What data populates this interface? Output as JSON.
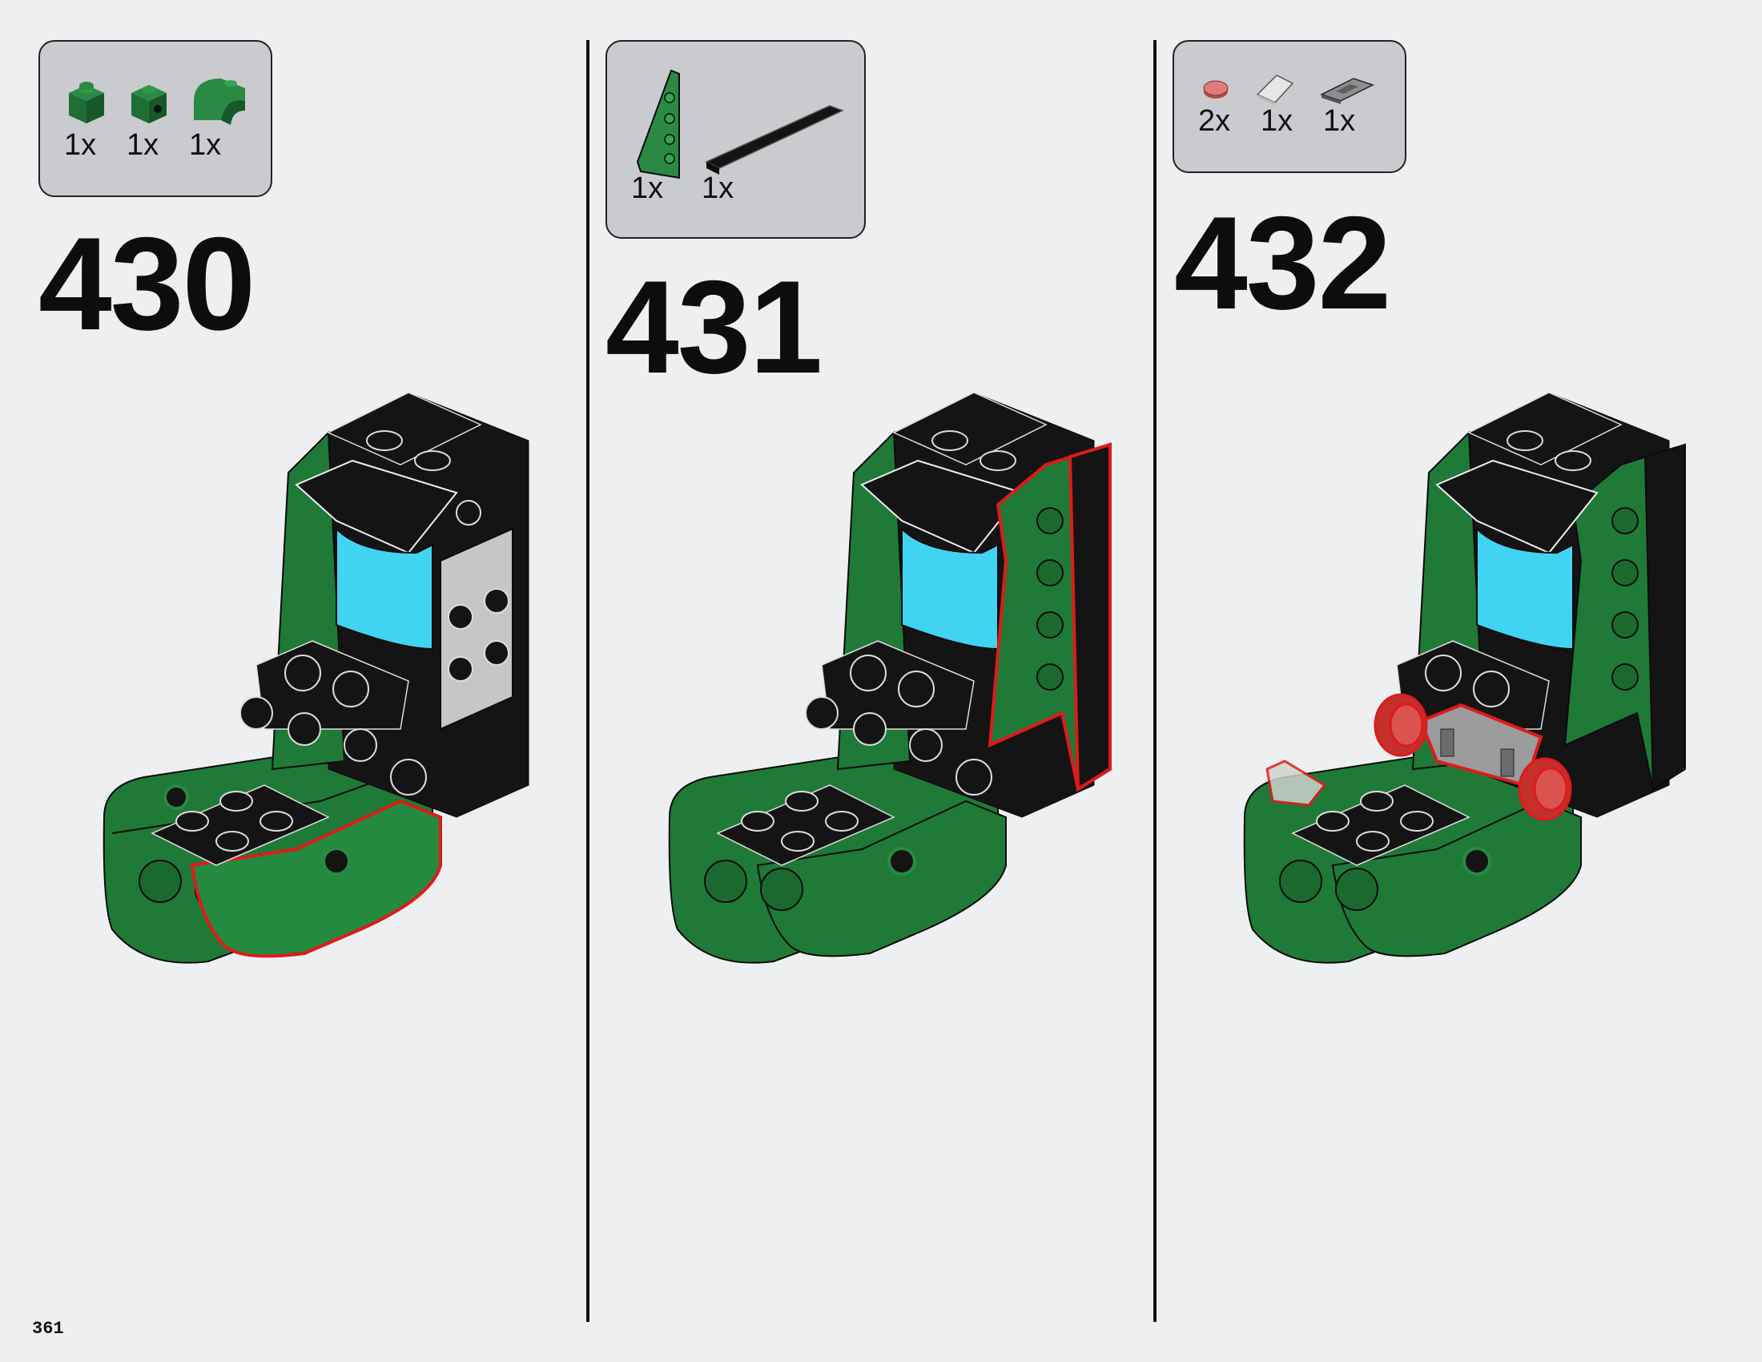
{
  "page_number": "361",
  "steps": [
    {
      "number": "430",
      "parts": [
        {
          "qty": "1x",
          "icon": "green-brick-1x1-icon"
        },
        {
          "qty": "1x",
          "icon": "green-brick-1x1-with-stud-icon"
        },
        {
          "qty": "1x",
          "icon": "green-curved-slope-icon"
        }
      ]
    },
    {
      "number": "431",
      "parts": [
        {
          "qty": "1x",
          "icon": "green-wedge-plate-icon"
        },
        {
          "qty": "1x",
          "icon": "black-tile-1x8-icon"
        }
      ]
    },
    {
      "number": "432",
      "parts": [
        {
          "qty": "2x",
          "icon": "red-round-tile-icon"
        },
        {
          "qty": "1x",
          "icon": "clear-slope-icon"
        },
        {
          "qty": "1x",
          "icon": "grey-tile-icon"
        }
      ]
    }
  ],
  "colors": {
    "background": "#edeff1",
    "parts_box": "#c9cbce",
    "green": "#1f7a37",
    "black": "#141414",
    "screen": "#40d4f2",
    "highlight": "#e01a1a"
  }
}
